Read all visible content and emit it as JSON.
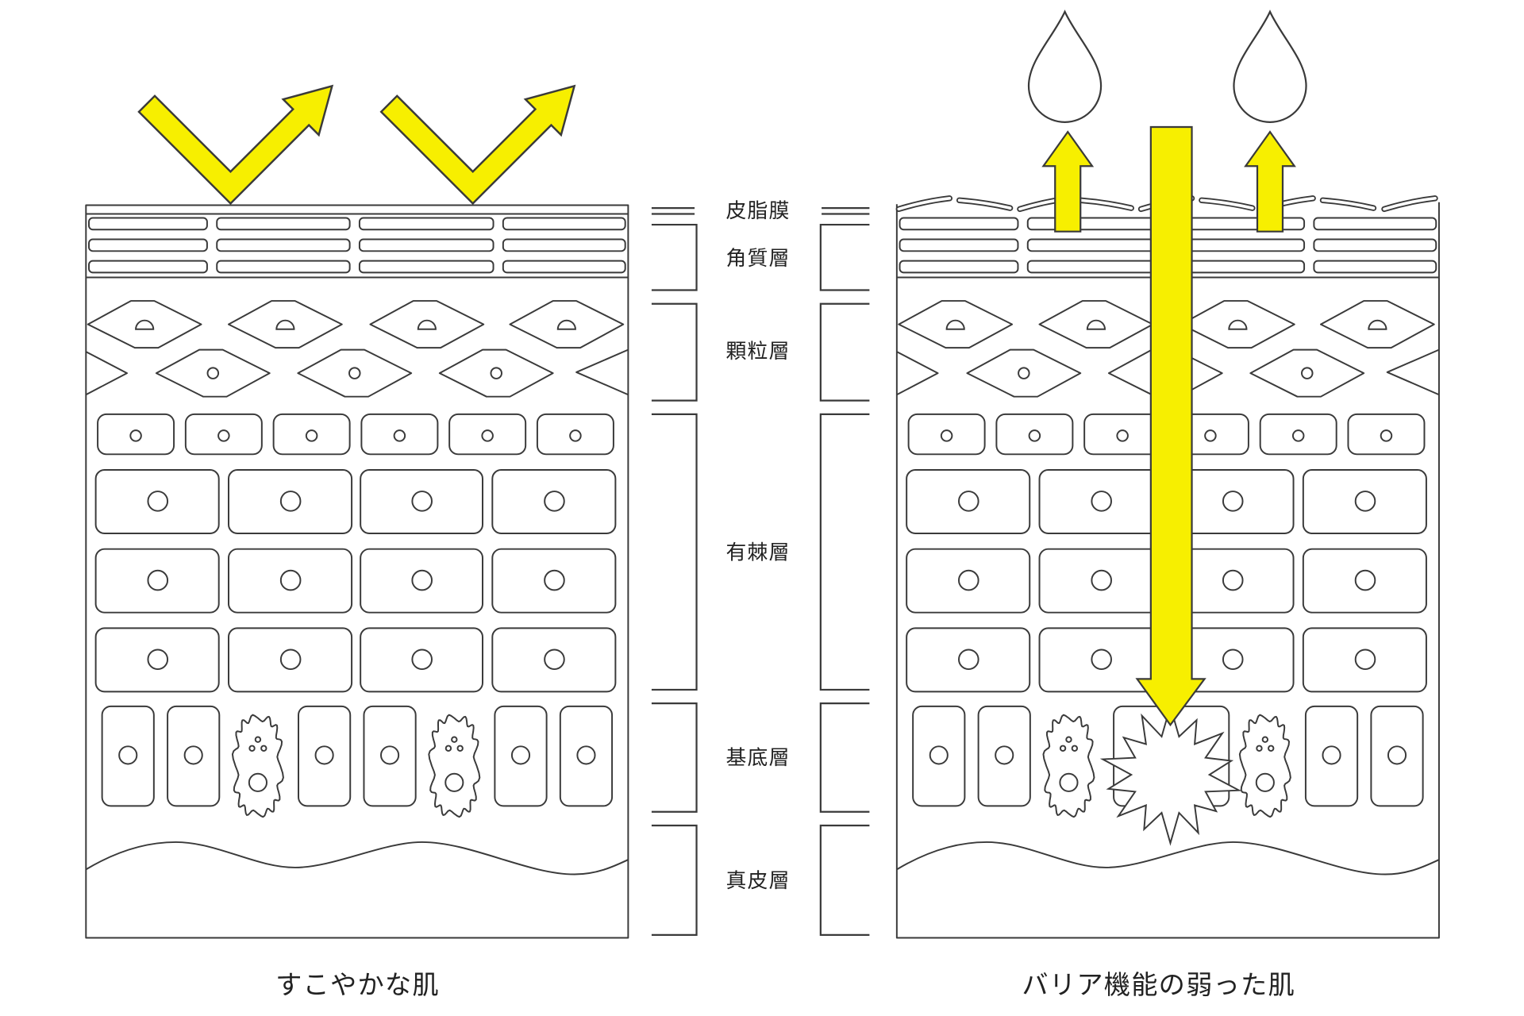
{
  "layers": [
    "皮脂膜",
    "角質層",
    "顆粒層",
    "有棘層",
    "基底層",
    "真皮層"
  ],
  "panels": {
    "healthy": {
      "caption": "すこやかな肌"
    },
    "damaged": {
      "caption": "バリア機能の弱った肌"
    }
  },
  "colors": {
    "line": "#3a3a3a",
    "arrow": "#f7ef00",
    "background": "#ffffff"
  }
}
